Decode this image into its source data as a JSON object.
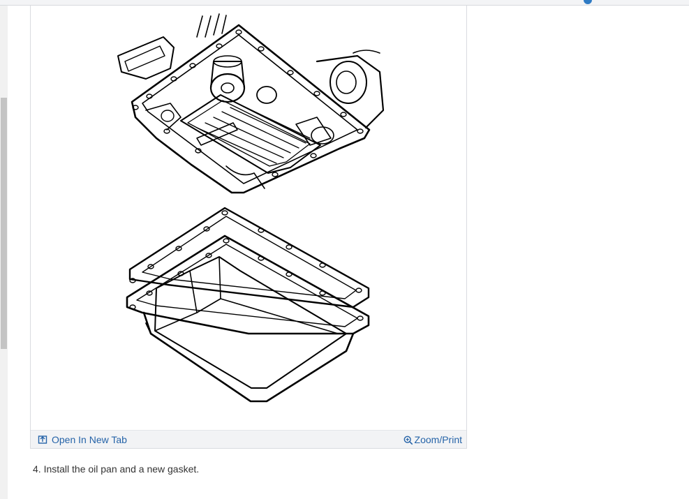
{
  "figure": {
    "open_new_tab_label": "Open In New Tab",
    "zoom_print_label": "Zoom/Print"
  },
  "instructions": {
    "step_text": "4. Install the oil pan and a new gasket."
  },
  "icons": {
    "open_new_tab": "open-in-new-tab-icon",
    "zoom": "zoom-in-icon"
  },
  "colors": {
    "link": "#2563a8",
    "footer_bg": "#f2f3f5",
    "text": "#333333"
  }
}
